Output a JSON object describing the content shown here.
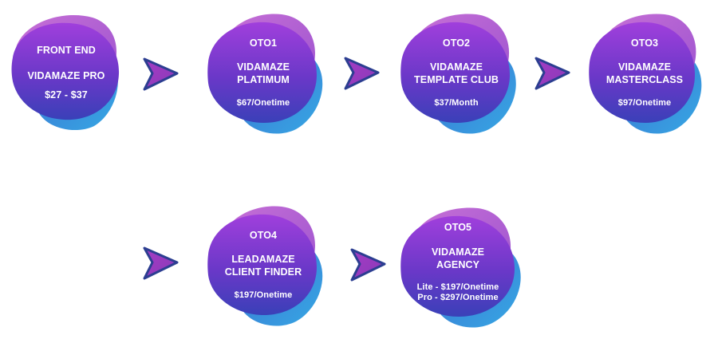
{
  "steps": [
    {
      "title": "FRONT END",
      "name_line1": "VIDAMAZE PRO",
      "price": "$27 - $37"
    },
    {
      "title": "OTO1",
      "name_line1": "VIDAMAZE",
      "name_line2": "PLATIMUM",
      "price": "$67/Onetime"
    },
    {
      "title": "OTO2",
      "name_line1": "VIDAMAZE",
      "name_line2": "TEMPLATE CLUB",
      "price": "$37/Month"
    },
    {
      "title": "OTO3",
      "name_line1": "VIDAMAZE",
      "name_line2": "MASTERCLASS",
      "price": "$97/Onetime"
    },
    {
      "title": "OTO4",
      "name_line1": "LEADAMAZE",
      "name_line2": "CLIENT FINDER",
      "price": "$197/Onetime"
    },
    {
      "title": "OTO5",
      "name_line1": "VIDAMAZE",
      "name_line2": "AGENCY",
      "price": "Lite - $197/Onetime",
      "price_line2": "Pro - $297/Onetime"
    }
  ],
  "colors": {
    "blob_front_top": "#9c3ad8",
    "blob_front_bottom": "#3d3fb8",
    "blob_back_pink": "#c46ad1",
    "blob_back_blue": "#2f86d2",
    "arrow_fill": "#9b3cc0",
    "arrow_stroke": "#2c3e91",
    "text": "#ffffff"
  }
}
